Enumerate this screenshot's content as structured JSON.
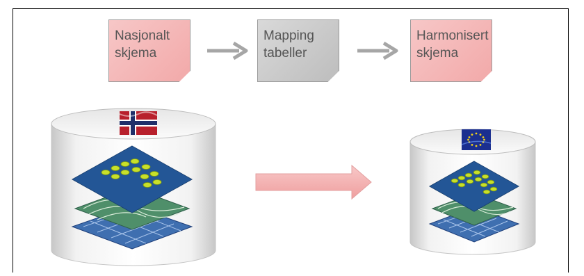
{
  "notes": [
    {
      "text": "Nasjonalt\nskjema",
      "color": "#f4b8b8"
    },
    {
      "text": "Mapping\ntabeller",
      "color": "#c9c9c9"
    },
    {
      "text": "Harmonisert\nskjema",
      "color": "#f4b8b8"
    }
  ],
  "source_db": {
    "flag_icon": "norway-flag-icon",
    "layers_icon": "map-layers-icon"
  },
  "target_db": {
    "flag_icon": "eu-flag-icon",
    "layers_icon": "map-layers-icon"
  },
  "colors": {
    "arrow_grey": "#a6a6a6",
    "arrow_pink": "#f5b7b7",
    "layer_blue": "#1f4f8c",
    "layer_green": "#5a9a5a",
    "dots": "#c8e02a"
  }
}
